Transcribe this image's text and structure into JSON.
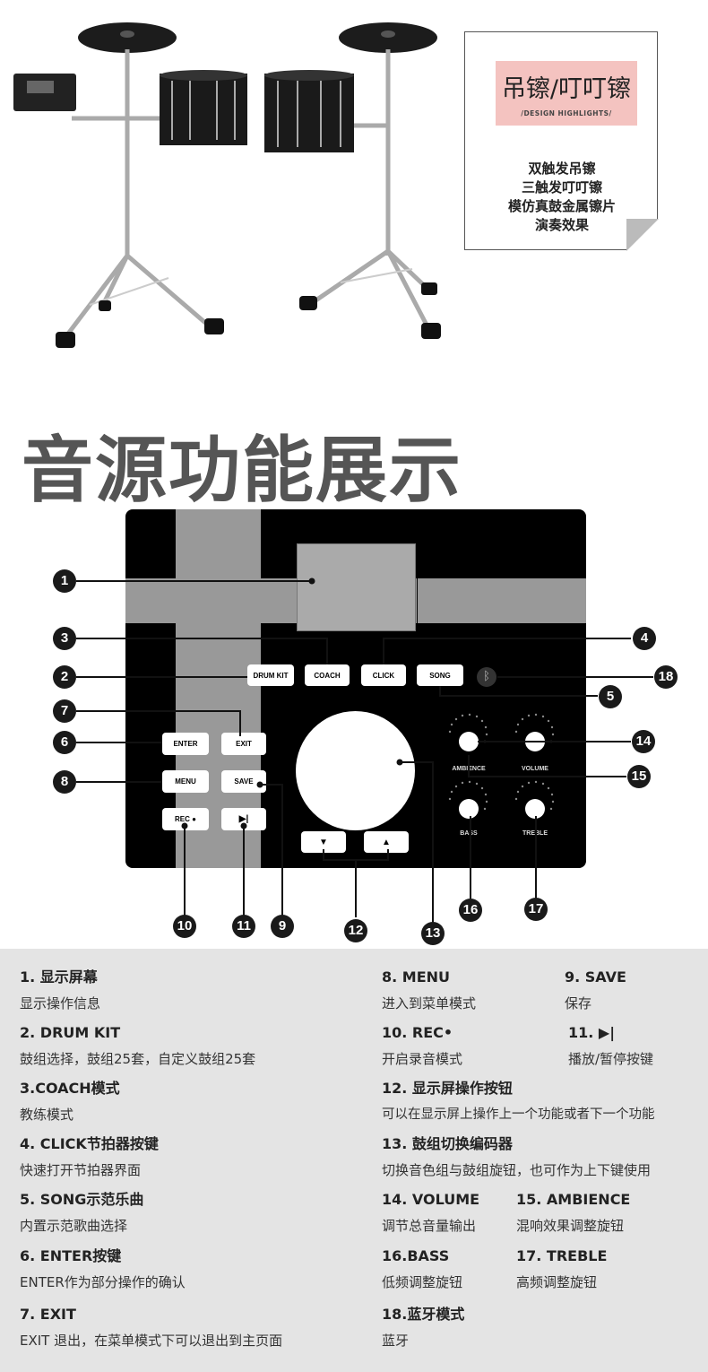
{
  "highlight": {
    "title": "吊镲/叮叮镲",
    "subtitle": "/DESIGN HIGHLIGHTS/",
    "lines": [
      "双触发吊镲",
      "三触发叮叮镲",
      "模仿真鼓金属镲片",
      "演奏效果"
    ]
  },
  "section_title": "音源功能展示",
  "panel": {
    "buttons": {
      "drum_kit": "DRUM KIT",
      "coach": "COACH",
      "click": "CLICK",
      "song": "SONG",
      "enter": "ENTER",
      "exit": "EXIT",
      "menu": "MENU",
      "save": "SAVE",
      "rec": "REC ●",
      "play": "▶|",
      "down": "▼",
      "up": "▲"
    },
    "knobs": {
      "ambience": "AMBIENCE",
      "volume": "VOLUME",
      "bass": "BASS",
      "treble": "TREBLE"
    },
    "callouts": [
      "1",
      "2",
      "3",
      "4",
      "5",
      "6",
      "7",
      "8",
      "9",
      "10",
      "11",
      "12",
      "13",
      "14",
      "15",
      "16",
      "17",
      "18"
    ]
  },
  "legend": [
    {
      "title": "1. 显示屏幕",
      "desc": "显示操作信息"
    },
    {
      "title": "2. DRUM KIT",
      "desc": "鼓组选择，鼓组25套，自定义鼓组25套"
    },
    {
      "title": "3.COACH模式",
      "desc": "教练模式"
    },
    {
      "title": "4. CLICK节拍器按键",
      "desc": "快速打开节拍器界面"
    },
    {
      "title": "5. SONG示范乐曲",
      "desc": "内置示范歌曲选择"
    },
    {
      "title": "6. ENTER按键",
      "desc": "ENTER作为部分操作的确认"
    },
    {
      "title": "7. EXIT",
      "desc": "EXIT 退出，在菜单模式下可以退出到主页面"
    },
    {
      "title": "8. MENU",
      "desc": "进入到菜单模式"
    },
    {
      "title": "9. SAVE",
      "desc": "保存"
    },
    {
      "title": "10. REC•",
      "desc": "开启录音模式"
    },
    {
      "title": "11.  ▶|",
      "desc": "播放/暂停按键"
    },
    {
      "title": "12. 显示屏操作按钮",
      "desc": "可以在显示屏上操作上一个功能或者下一个功能"
    },
    {
      "title": "13. 鼓组切换编码器",
      "desc": "切换音色组与鼓组旋钮，也可作为上下键使用"
    },
    {
      "title": "14. VOLUME",
      "desc": "调节总音量输出"
    },
    {
      "title": "15. AMBIENCE",
      "desc": "混响效果调整旋钮"
    },
    {
      "title": "16.BASS",
      "desc": "低频调整旋钮"
    },
    {
      "title": "17. TREBLE",
      "desc": "高频调整旋钮"
    },
    {
      "title": "18.蓝牙模式",
      "desc": "蓝牙"
    }
  ]
}
